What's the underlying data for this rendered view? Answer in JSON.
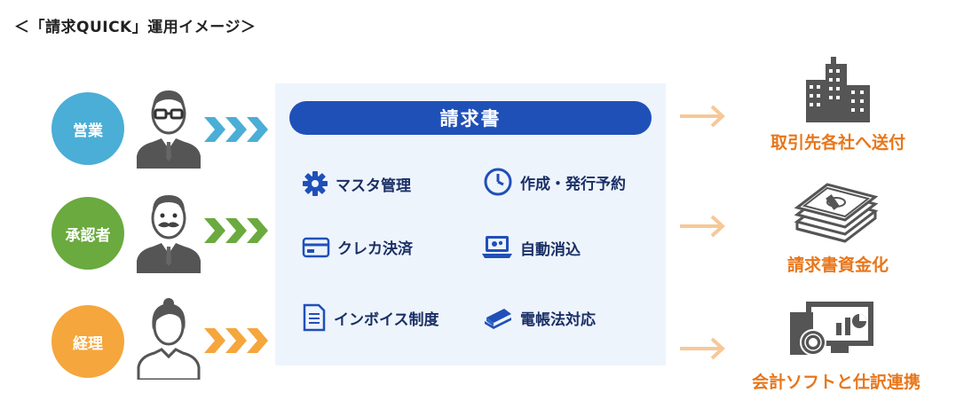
{
  "title": "＜「請求QUICK」運用イメージ＞",
  "roles": [
    {
      "label": "営業",
      "color": "#4aaed6"
    },
    {
      "label": "承認者",
      "color": "#6aaa3e"
    },
    {
      "label": "経理",
      "color": "#f5a63c"
    }
  ],
  "center": {
    "heading": "請求書",
    "features": [
      {
        "label": "マスタ管理",
        "icon": "gear-icon"
      },
      {
        "label": "作成・発行予約",
        "icon": "clock-icon"
      },
      {
        "label": "クレカ決済",
        "icon": "credit-card-icon"
      },
      {
        "label": "自動消込",
        "icon": "laptop-gear-icon"
      },
      {
        "label": "インボイス制度",
        "icon": "document-icon"
      },
      {
        "label": "電帳法対応",
        "icon": "books-icon"
      }
    ]
  },
  "outputs": [
    {
      "label": "取引先各社へ送付",
      "icon": "building-icon"
    },
    {
      "label": "請求書資金化",
      "icon": "money-stack-icon"
    },
    {
      "label": "会計ソフトと仕訳連携",
      "icon": "computer-software-icon"
    }
  ],
  "colors": {
    "accent_blue": "#1f50b8",
    "output_orange": "#e8761a",
    "panel_bg": "#eef4fc"
  }
}
